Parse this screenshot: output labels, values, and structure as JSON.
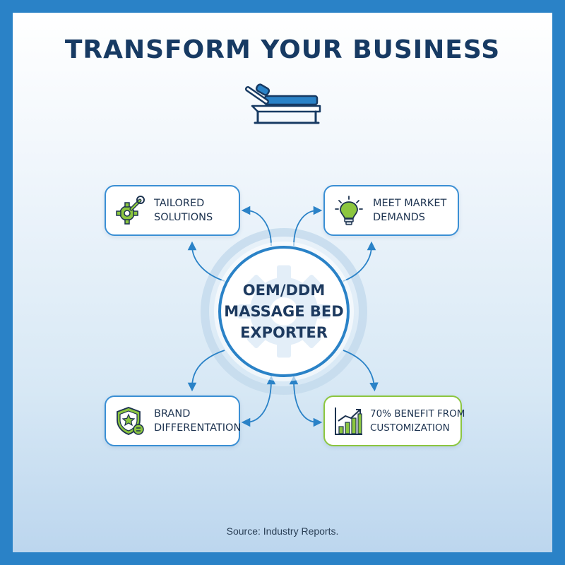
{
  "title": "TRANSFORM YOUR BUSINESS",
  "hub": {
    "lines": [
      "OEM/DDM",
      "MASSAGE BED",
      "EXPORTER"
    ]
  },
  "cards": [
    {
      "lines": [
        "TAILORED",
        "SOLUTIONS"
      ],
      "icon": "gear-wrench-icon"
    },
    {
      "lines": [
        "MEET MARKET",
        "DEMANDS"
      ],
      "icon": "lightbulb-icon"
    },
    {
      "lines": [
        "BRAND",
        "DIFFERENTATION"
      ],
      "icon": "shield-star-icon"
    },
    {
      "lines": [
        "70% BENEFIT FROM",
        "CUSTOMIZATION"
      ],
      "icon": "bar-chart-growth-icon"
    }
  ],
  "source": "Source: Industry Reports.",
  "colors": {
    "border": "#2a82c7",
    "title": "#173a63",
    "accent_green": "#8cc63f",
    "card_border": "#3a8fd4"
  }
}
